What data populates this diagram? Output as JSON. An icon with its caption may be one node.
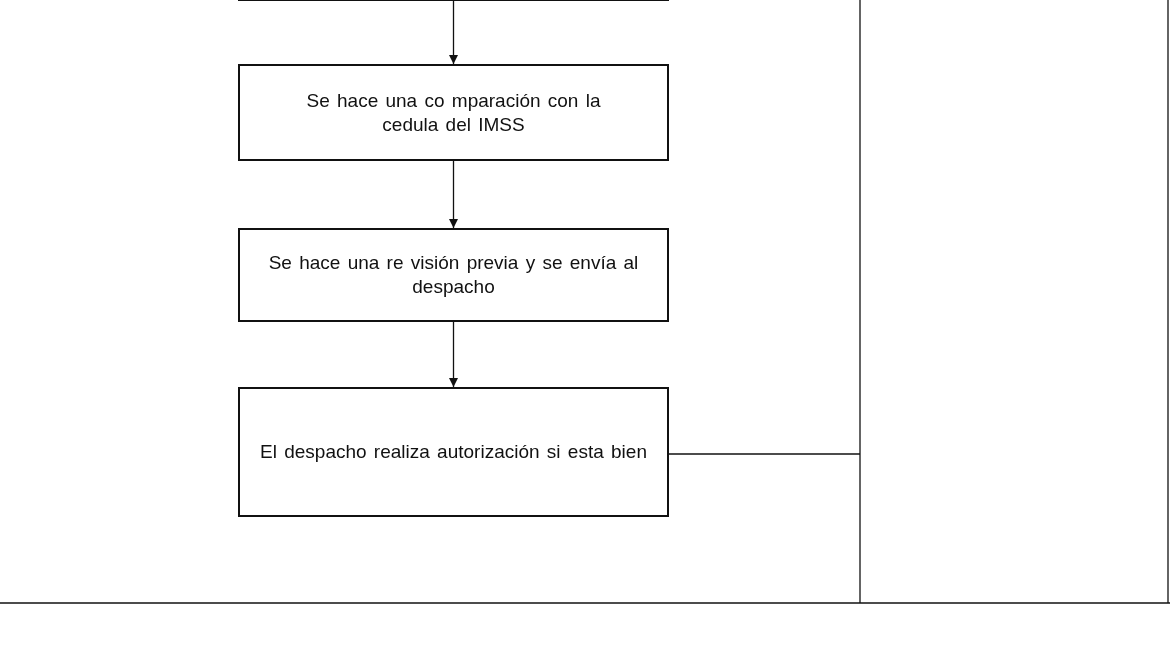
{
  "diagram": {
    "nodes": [
      {
        "text": [],
        "shape": "box"
      },
      {
        "text": [
          "Se hace una co mparación con la cedula del IMSS"
        ]
      },
      {
        "text": [
          "Se hace una re visión previa y se envía al despacho"
        ]
      },
      {
        "text": [
          "El despacho realiza autorización si esta bien"
        ]
      }
    ],
    "edges": [
      {
        "from": 0,
        "to": 1,
        "arrow": "to"
      },
      {
        "from": 1,
        "to": 2,
        "arrow": "to"
      },
      {
        "from": 2,
        "to": 3,
        "arrow": "to"
      },
      {
        "from": 3,
        "to": null,
        "arrow": "none"
      }
    ]
  }
}
